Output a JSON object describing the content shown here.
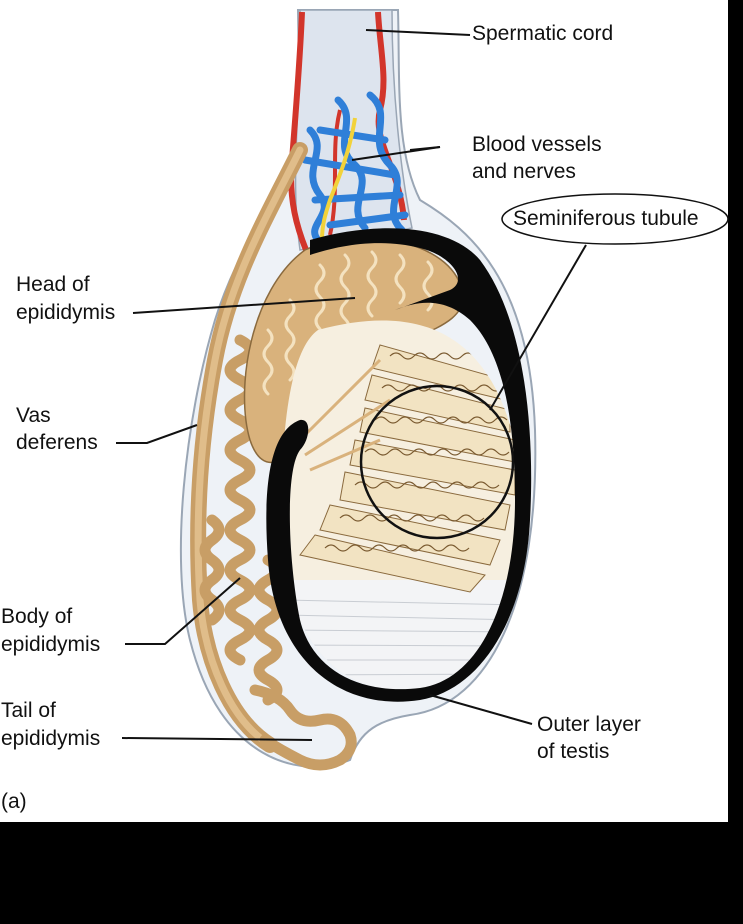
{
  "figure": {
    "panel_letter": "(a)",
    "labels": {
      "spermatic_cord": "Spermatic cord",
      "blood_vessels_1": "Blood vessels",
      "blood_vessels_2": "and nerves",
      "seminiferous_tubule": "Seminiferous tubule",
      "head_1": "Head of",
      "head_2": "epididymis",
      "vas_1": "Vas",
      "vas_2": "deferens",
      "body_1": "Body of",
      "body_2": "epididymis",
      "tail_1": "Tail of",
      "tail_2": "epididymis",
      "outer_1": "Outer layer",
      "outer_2": "of testis"
    }
  },
  "colors": {
    "background": "#000000",
    "panel": "#ffffff",
    "epididymis": "#d9b27c",
    "tubule_light": "#f3e6c8",
    "artery": "#d2352b",
    "vein": "#2f7fd8",
    "nerve": "#f2d23a",
    "capsule": "#0a0a0a",
    "sheath": "#e9eef5"
  }
}
